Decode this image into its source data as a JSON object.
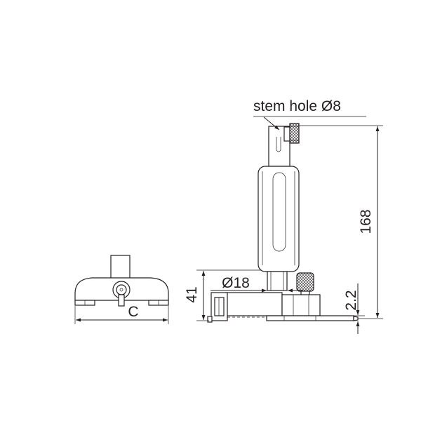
{
  "labels": {
    "stem_hole": "stem hole Ø8",
    "height_total": "168",
    "height_base": "41",
    "diameter": "Ø18",
    "offset": "2.2",
    "width": "C"
  },
  "colors": {
    "line": "#231f20",
    "background": "#ffffff"
  }
}
